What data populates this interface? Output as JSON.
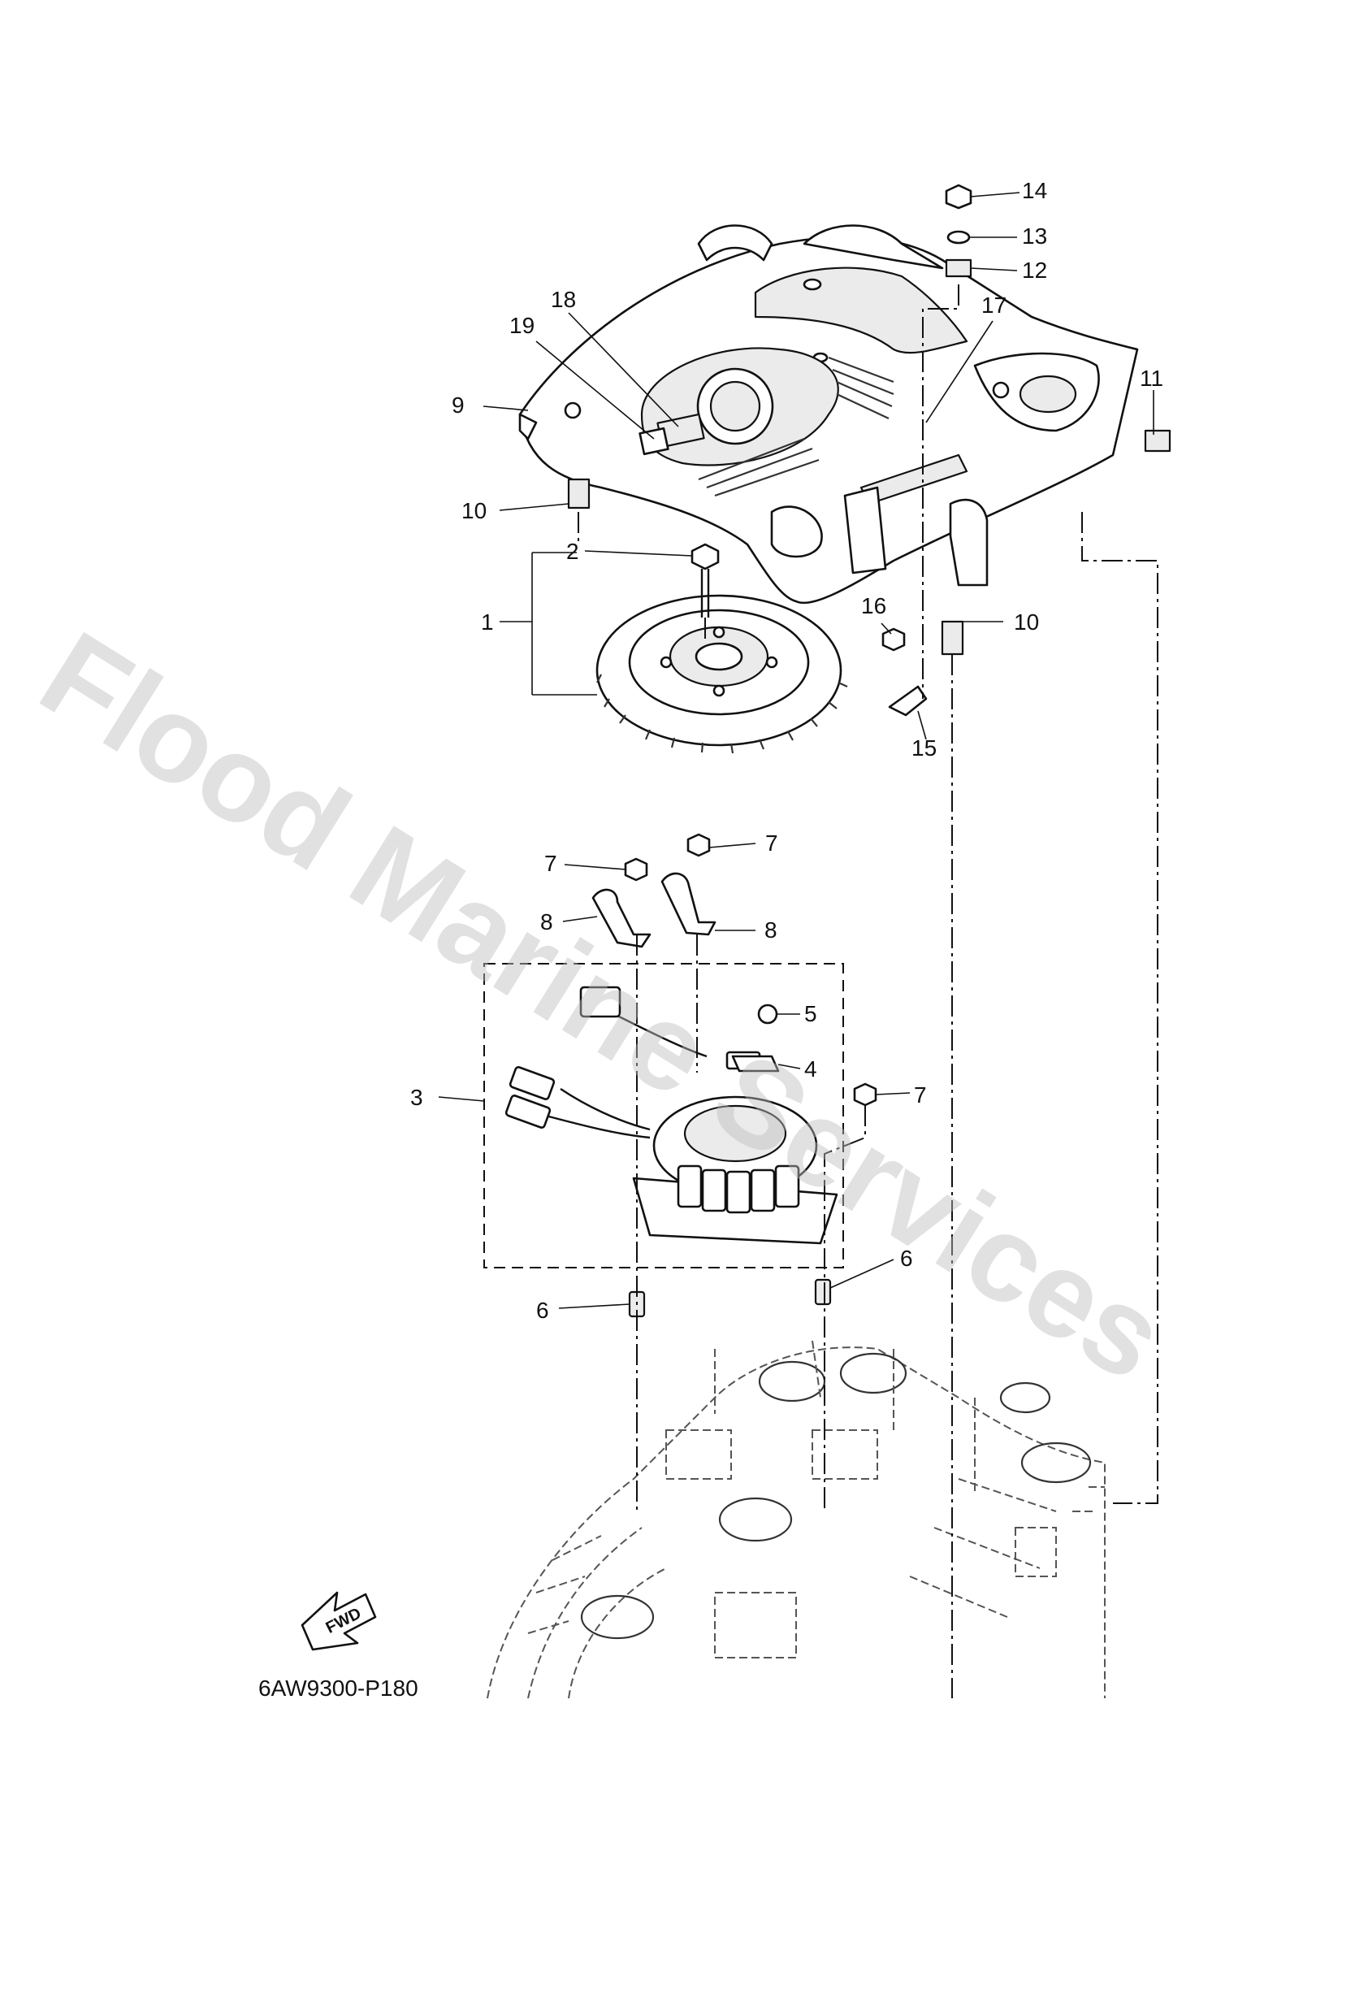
{
  "diagram": {
    "part_code": "6AW9300-P180",
    "fwd_label": "FWD",
    "watermark": "Flood Marine Services",
    "callouts": [
      {
        "id": "c14",
        "label": "14"
      },
      {
        "id": "c13",
        "label": "13"
      },
      {
        "id": "c12",
        "label": "12"
      },
      {
        "id": "c18",
        "label": "18"
      },
      {
        "id": "c19",
        "label": "19"
      },
      {
        "id": "c17",
        "label": "17"
      },
      {
        "id": "c11",
        "label": "11"
      },
      {
        "id": "c9",
        "label": "9"
      },
      {
        "id": "c10a",
        "label": "10"
      },
      {
        "id": "c2",
        "label": "2"
      },
      {
        "id": "c1",
        "label": "1"
      },
      {
        "id": "c16",
        "label": "16"
      },
      {
        "id": "c10b",
        "label": "10"
      },
      {
        "id": "c15",
        "label": "15"
      },
      {
        "id": "c7a",
        "label": "7"
      },
      {
        "id": "c7b",
        "label": "7"
      },
      {
        "id": "c8a",
        "label": "8"
      },
      {
        "id": "c8b",
        "label": "8"
      },
      {
        "id": "c5",
        "label": "5"
      },
      {
        "id": "c4",
        "label": "4"
      },
      {
        "id": "c3",
        "label": "3"
      },
      {
        "id": "c7c",
        "label": "7"
      },
      {
        "id": "c6a",
        "label": "6"
      },
      {
        "id": "c6b",
        "label": "6"
      }
    ]
  }
}
